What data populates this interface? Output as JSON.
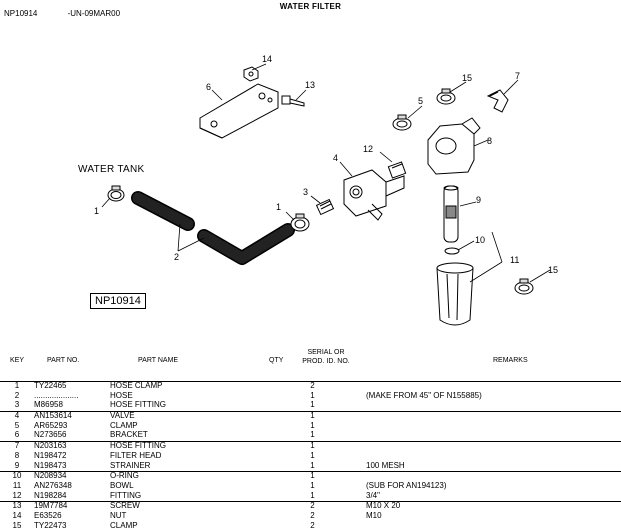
{
  "header": {
    "doc_id": "NP10914",
    "doc_code": "-UN-09MAR00",
    "title": "WATER FILTER"
  },
  "diagram": {
    "tank_label": "WATER TANK",
    "figure_id": "NP10914",
    "callouts": [
      "1",
      "1",
      "2",
      "3",
      "4",
      "5",
      "6",
      "7",
      "8",
      "9",
      "10",
      "11",
      "12",
      "13",
      "14",
      "15",
      "15"
    ]
  },
  "table": {
    "headers": {
      "key": "KEY",
      "part_no": "PART NO.",
      "part_name": "PART NAME",
      "qty": "QTY",
      "serial_1": "SERIAL OR",
      "serial_2": "PROD. ID. NO.",
      "remarks": "REMARKS"
    },
    "rows": [
      {
        "key": "1",
        "part_no": "TY22465",
        "name": "HOSE CLAMP",
        "qty": "2",
        "serial": "",
        "remarks": ""
      },
      {
        "key": "2",
        "part_no": "....................",
        "name": "HOSE",
        "qty": "1",
        "serial": "",
        "remarks": "(MAKE FROM 45\" OF N155885)"
      },
      {
        "key": "3",
        "part_no": "M86958",
        "name": "HOSE FITTING",
        "qty": "1",
        "serial": "",
        "remarks": ""
      },
      {
        "key": "4",
        "part_no": "AN153614",
        "name": "VALVE",
        "qty": "1",
        "serial": "",
        "remarks": ""
      },
      {
        "key": "5",
        "part_no": "AR65293",
        "name": "CLAMP",
        "qty": "1",
        "serial": "",
        "remarks": ""
      },
      {
        "key": "6",
        "part_no": "N273656",
        "name": "BRACKET",
        "qty": "1",
        "serial": "",
        "remarks": ""
      },
      {
        "key": "7",
        "part_no": "N203163",
        "name": "HOSE FITTING",
        "qty": "1",
        "serial": "",
        "remarks": ""
      },
      {
        "key": "8",
        "part_no": "N198472",
        "name": "FILTER HEAD",
        "qty": "1",
        "serial": "",
        "remarks": ""
      },
      {
        "key": "9",
        "part_no": "N198473",
        "name": "STRAINER",
        "qty": "1",
        "serial": "",
        "remarks": "100 MESH"
      },
      {
        "key": "10",
        "part_no": "N208934",
        "name": "O-RING",
        "qty": "1",
        "serial": "",
        "remarks": ""
      },
      {
        "key": "11",
        "part_no": "AN276348",
        "name": "BOWL",
        "qty": "1",
        "serial": "",
        "remarks": "(SUB FOR AN194123)"
      },
      {
        "key": "12",
        "part_no": "N198284",
        "name": "FITTING",
        "qty": "1",
        "serial": "",
        "remarks": "3/4\""
      },
      {
        "key": "13",
        "part_no": "19M7784",
        "name": "SCREW",
        "qty": "2",
        "serial": "",
        "remarks": "M10 X 20"
      },
      {
        "key": "14",
        "part_no": "E63526",
        "name": "NUT",
        "qty": "2",
        "serial": "",
        "remarks": "M10"
      },
      {
        "key": "15",
        "part_no": "TY22473",
        "name": "CLAMP",
        "qty": "2",
        "serial": "",
        "remarks": ""
      }
    ]
  }
}
